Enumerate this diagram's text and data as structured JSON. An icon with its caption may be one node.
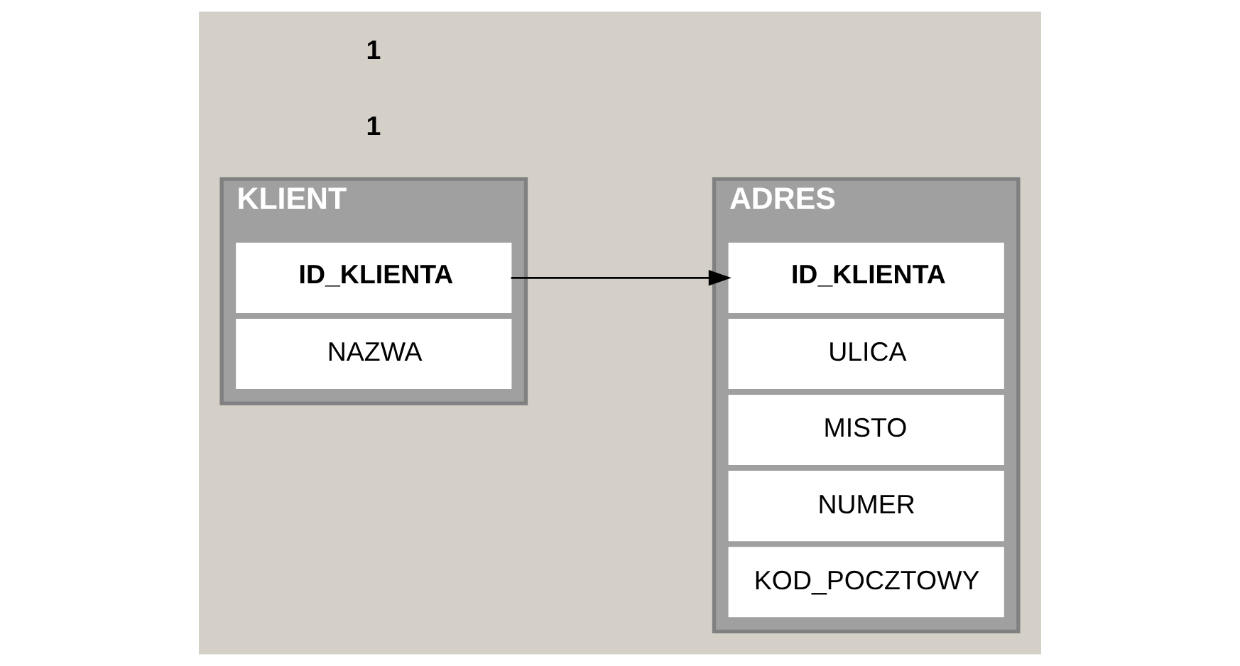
{
  "diagram": {
    "nodes": [
      {
        "text": [
          "KLIENT"
        ]
      },
      {
        "text": [
          "ID_KLIENTA"
        ],
        "in": 0
      },
      {
        "text": [
          "NAZWA"
        ],
        "in": 0
      },
      {
        "text": [
          "ADRES"
        ]
      },
      {
        "text": [
          "ID_KLIENTA"
        ],
        "in": 3
      },
      {
        "text": [
          "ULICA"
        ],
        "in": 3
      },
      {
        "text": [
          "MISTO"
        ],
        "in": 3
      },
      {
        "text": [
          "NUMER"
        ],
        "in": 3
      },
      {
        "text": [
          "KOD_POCZTOWY"
        ],
        "in": 3
      }
    ],
    "edges": [
      {
        "from": 1,
        "to": 4,
        "arrow": "to"
      }
    ],
    "labels": [
      "1",
      "1"
    ]
  }
}
